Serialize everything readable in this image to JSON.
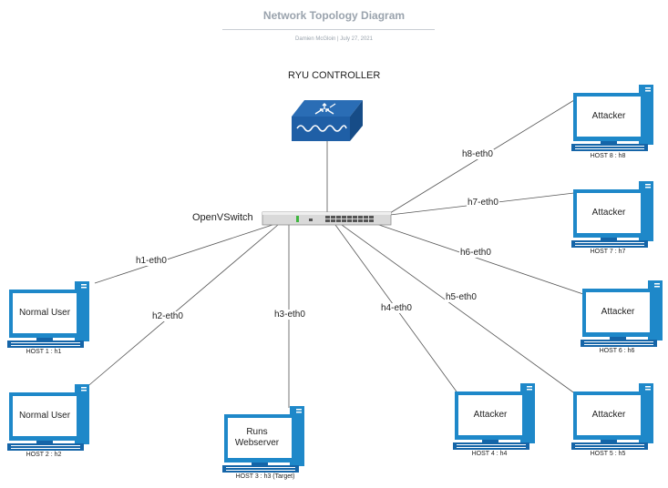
{
  "header": {
    "title": "Network Topology Diagram",
    "byline": "Damien McGloin  |  July 27, 2021"
  },
  "controller": {
    "label": "RYU CONTROLLER"
  },
  "switch": {
    "label": "OpenVSwitch"
  },
  "links": [
    {
      "id": "h1",
      "label": "h1-eth0"
    },
    {
      "id": "h2",
      "label": "h2-eth0"
    },
    {
      "id": "h3",
      "label": "h3-eth0"
    },
    {
      "id": "h4",
      "label": "h4-eth0"
    },
    {
      "id": "h5",
      "label": "h5-eth0"
    },
    {
      "id": "h6",
      "label": "h6-eth0"
    },
    {
      "id": "h7",
      "label": "h7-eth0"
    },
    {
      "id": "h8",
      "label": "h8-eth0"
    }
  ],
  "hosts": [
    {
      "id": "h1",
      "screen": "Normal User",
      "caption": "HOST 1 : h1"
    },
    {
      "id": "h2",
      "screen": "Normal User",
      "caption": "HOST 2 : h2"
    },
    {
      "id": "h3",
      "screen": "Runs Webserver",
      "caption": "HOST 3 : h3 (Target)"
    },
    {
      "id": "h4",
      "screen": "Attacker",
      "caption": "HOST 4 : h4"
    },
    {
      "id": "h5",
      "screen": "Attacker",
      "caption": "HOST 5 : h5"
    },
    {
      "id": "h6",
      "screen": "Attacker",
      "caption": "HOST 6 : h6"
    },
    {
      "id": "h7",
      "screen": "Attacker",
      "caption": "HOST 7 : h7"
    },
    {
      "id": "h8",
      "screen": "Attacker",
      "caption": "HOST 8 : h8"
    }
  ],
  "colors": {
    "computer": "#1e88c9",
    "computer_dark": "#1565a8",
    "router": "#1f5fa6",
    "line": "#555555"
  }
}
